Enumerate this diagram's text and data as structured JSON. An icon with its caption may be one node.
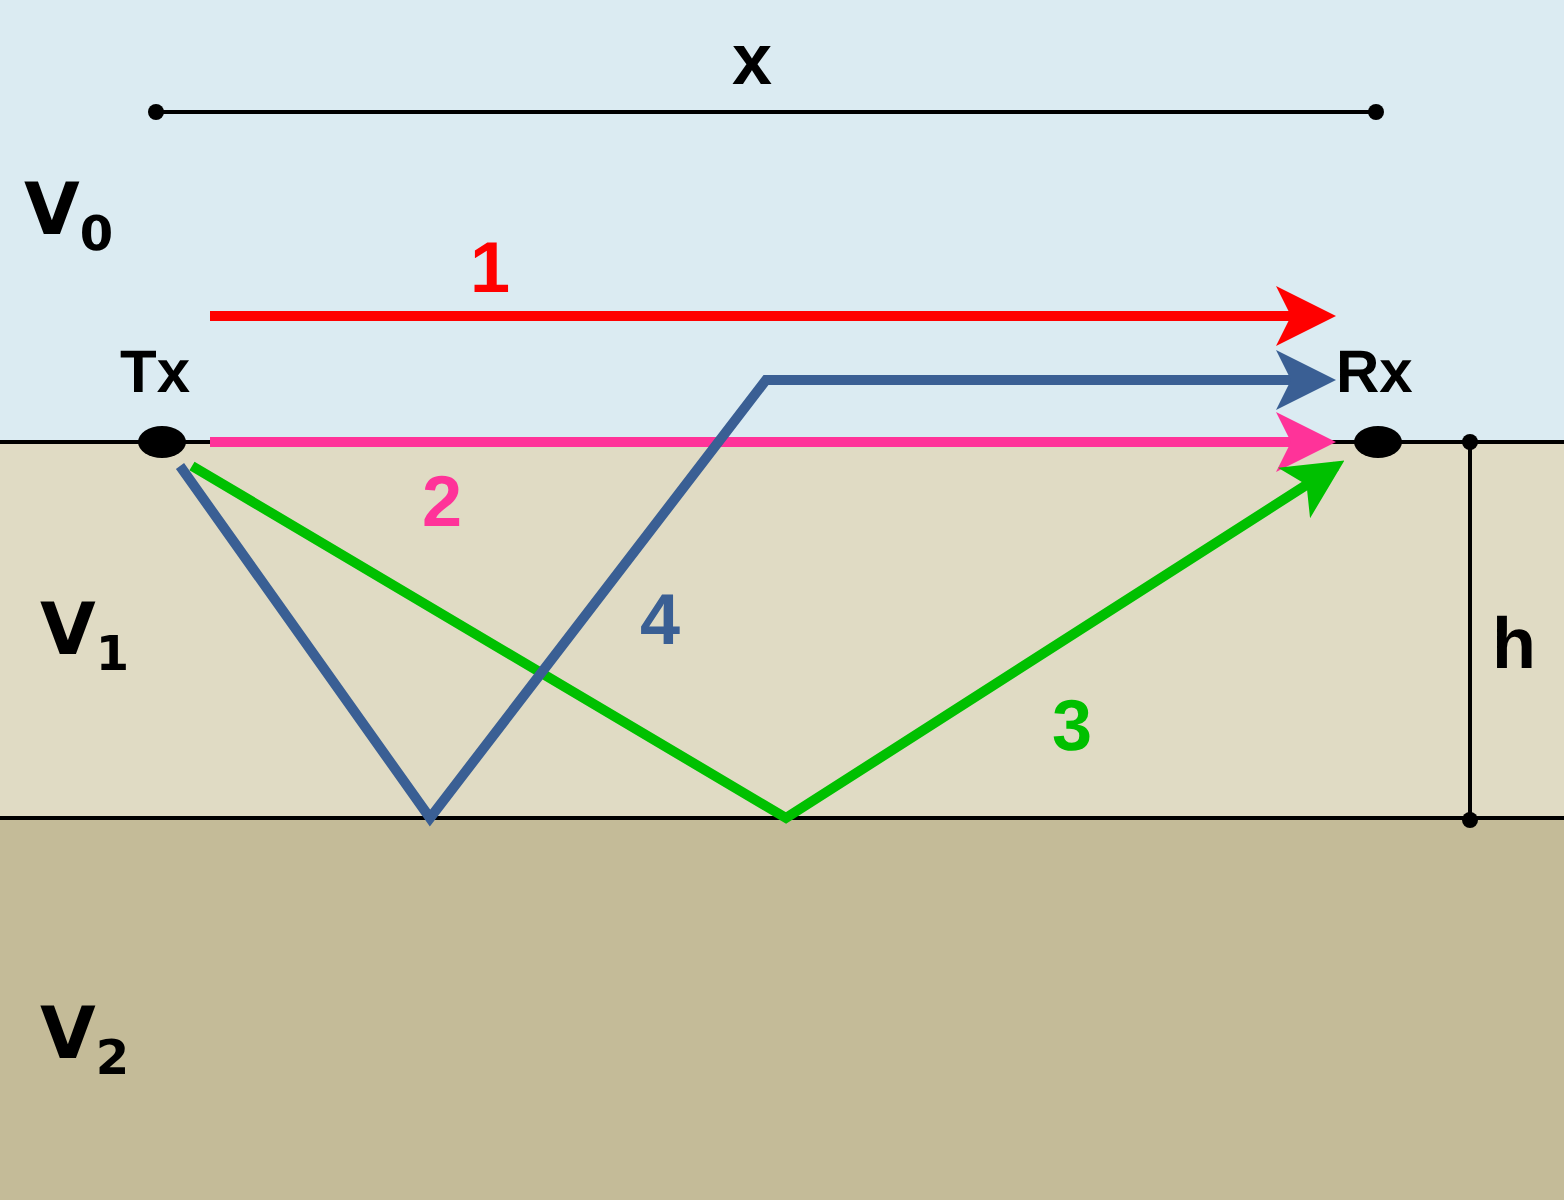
{
  "diagram": {
    "nodes": [
      {
        "text": [
          "Tx"
        ]
      },
      {
        "text": [
          "Rx"
        ]
      }
    ],
    "edges": [
      {
        "from": 0,
        "to": 1,
        "arrow": "to",
        "label": "1",
        "color": "#ff0000"
      },
      {
        "from": 0,
        "to": 1,
        "arrow": "to",
        "label": "2",
        "color": "#ff3399"
      },
      {
        "from": 0,
        "to": 1,
        "arrow": "to",
        "label": "3",
        "color": "#00c000"
      },
      {
        "from": 0,
        "to": 1,
        "arrow": "to",
        "label": "4",
        "color": "#3a5f94"
      }
    ],
    "labels": [
      "x",
      "V$_{0}$",
      "V$_{1}$",
      "h",
      "V$_{2}$"
    ]
  }
}
